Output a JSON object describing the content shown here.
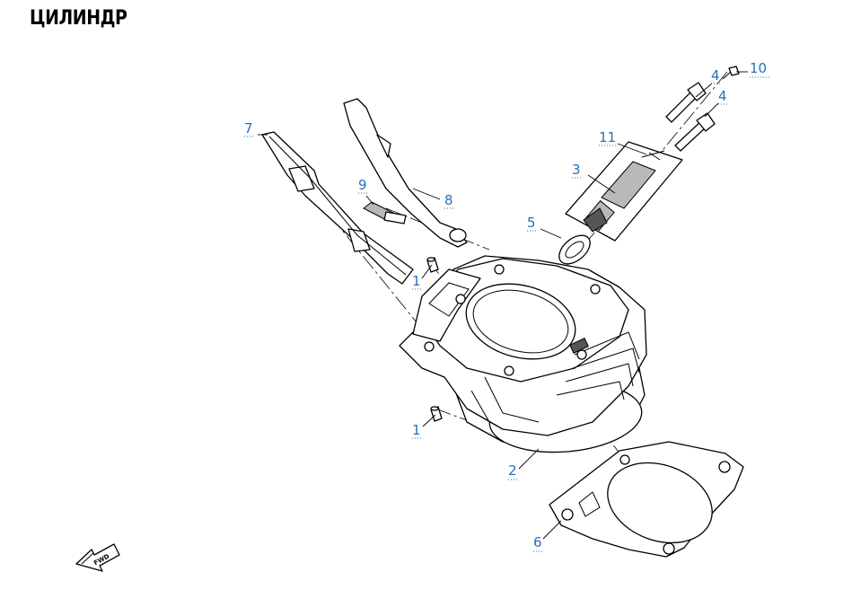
{
  "title": "ЦИЛИНДР",
  "colors": {
    "callout": "#2a6fb5",
    "line": "#000000",
    "shade": "#b9b9b9"
  },
  "callouts": [
    {
      "id": "callout-1-upper",
      "label": "1"
    },
    {
      "id": "callout-1-lower",
      "label": "1"
    },
    {
      "id": "callout-2",
      "label": "2"
    },
    {
      "id": "callout-3",
      "label": "3"
    },
    {
      "id": "callout-4-upper",
      "label": "4"
    },
    {
      "id": "callout-4-lower",
      "label": "4"
    },
    {
      "id": "callout-5",
      "label": "5"
    },
    {
      "id": "callout-6",
      "label": "6"
    },
    {
      "id": "callout-7",
      "label": "7"
    },
    {
      "id": "callout-8",
      "label": "8"
    },
    {
      "id": "callout-9",
      "label": "9"
    },
    {
      "id": "callout-10",
      "label": "10"
    },
    {
      "id": "callout-11",
      "label": "11"
    }
  ],
  "direction_marker": {
    "label": "FWD",
    "icon": "fwd-arrow-icon"
  }
}
